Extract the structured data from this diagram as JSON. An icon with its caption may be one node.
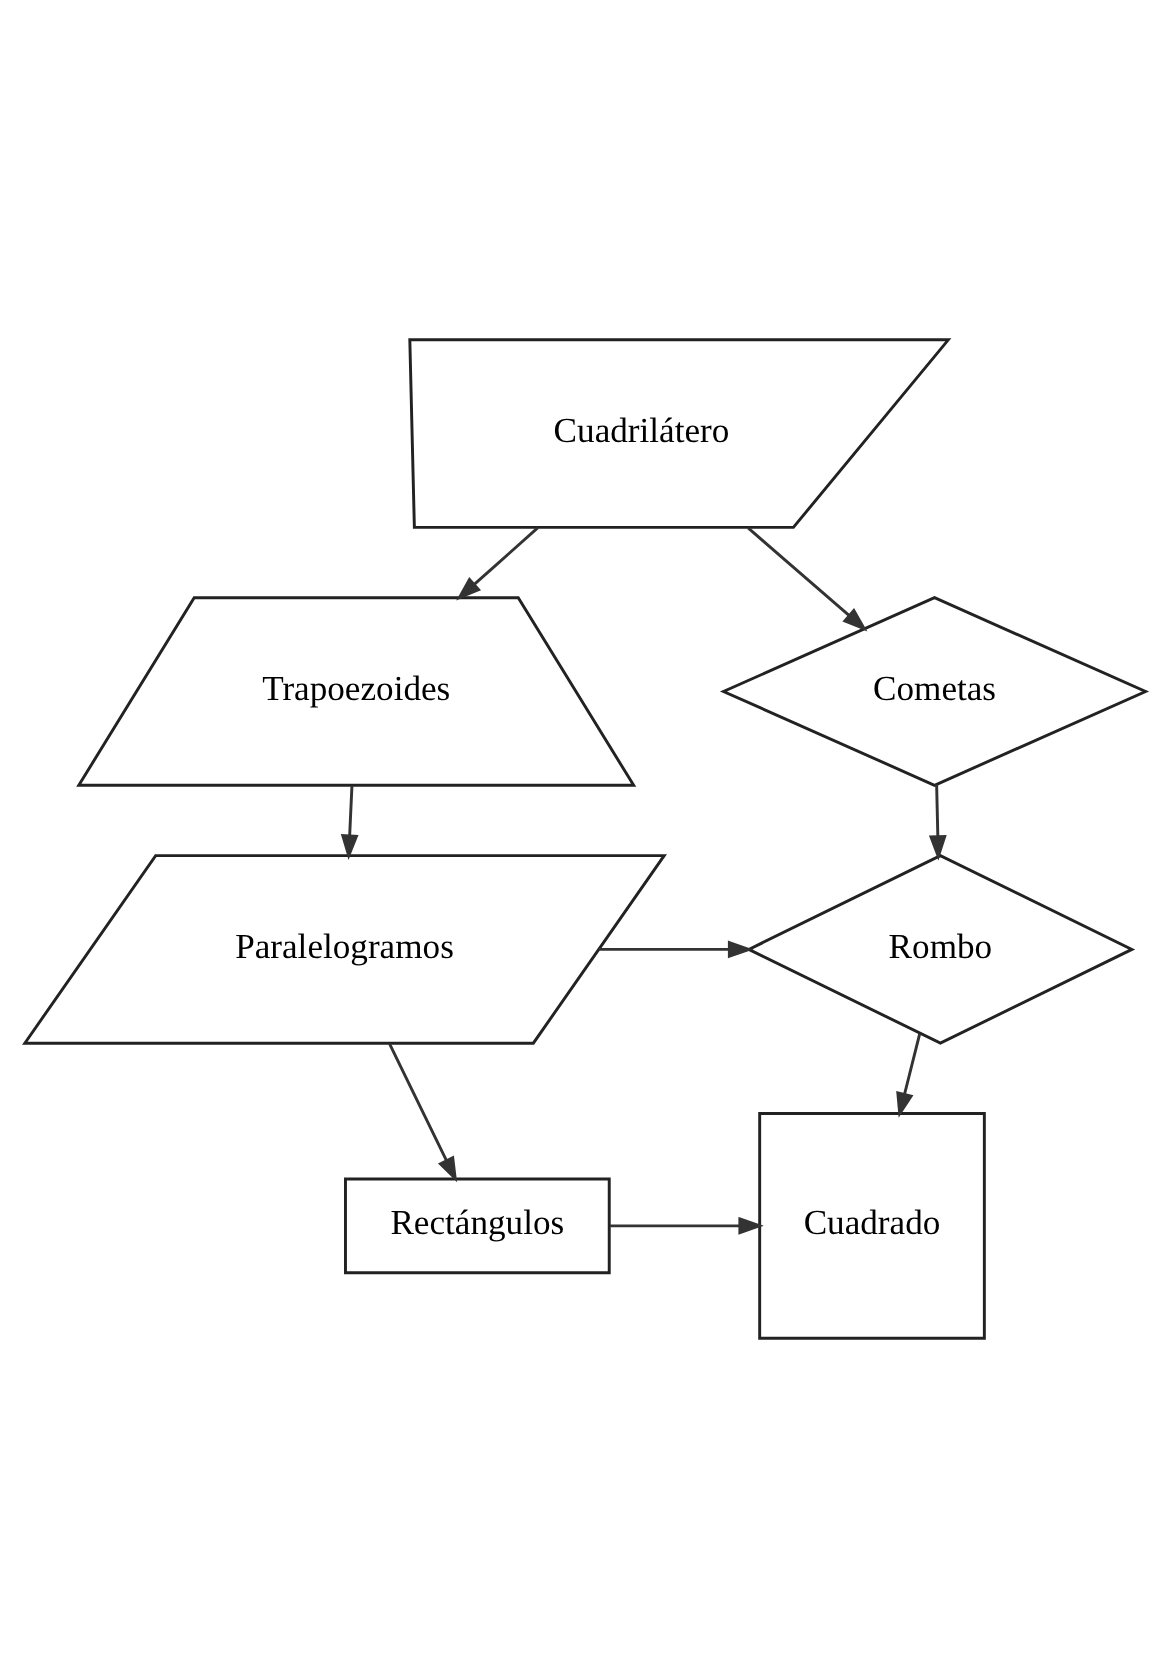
{
  "diagram": {
    "nodes": [
      {
        "text": [
          "Cuadrilátero"
        ]
      },
      {
        "text": [
          "Trapoezoides"
        ]
      },
      {
        "text": [
          "Cometas"
        ]
      },
      {
        "text": [
          "Paralelogramos"
        ]
      },
      {
        "text": [
          "Rombo"
        ]
      },
      {
        "text": [
          "Rectángulos"
        ]
      },
      {
        "text": [
          "Cuadrado"
        ]
      }
    ],
    "edges": [
      {
        "from": 0,
        "to": 1,
        "arrow": "to"
      },
      {
        "from": 0,
        "to": 2,
        "arrow": "to"
      },
      {
        "from": 1,
        "to": 3,
        "arrow": "to"
      },
      {
        "from": 2,
        "to": 4,
        "arrow": "to"
      },
      {
        "from": 3,
        "to": 4,
        "arrow": "to"
      },
      {
        "from": 3,
        "to": 5,
        "arrow": "to"
      },
      {
        "from": 4,
        "to": 6,
        "arrow": "to"
      },
      {
        "from": 5,
        "to": 6,
        "arrow": "to"
      }
    ]
  }
}
